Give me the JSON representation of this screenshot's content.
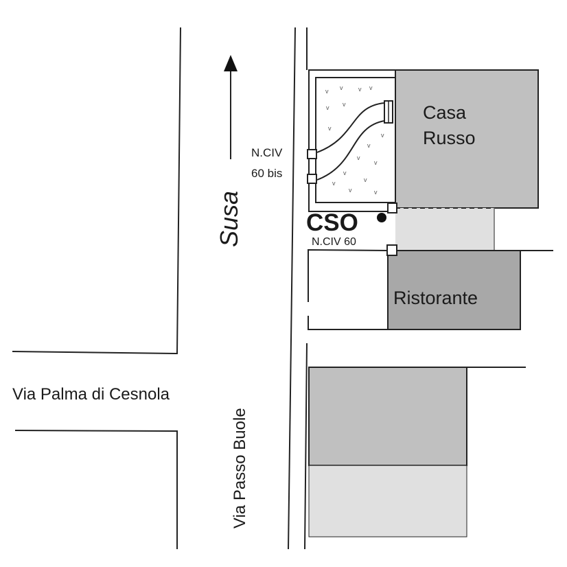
{
  "labels": {
    "street_susa": "Susa",
    "street_passo_buole": "Via Passo Buole",
    "street_palma": "Via Palma di Cesnola",
    "casa_line1": "Casa",
    "casa_line2": "Russo",
    "ristorante": "Ristorante",
    "cso": "CSO",
    "civ60bis_line1": "N.CIV",
    "civ60bis_line2": "60 bis",
    "civ60": "N.CIV 60"
  },
  "colors": {
    "casa_russo": "#c0c0c0",
    "passage": "#e0e0e0",
    "ristorante": "#a8a8a8",
    "block_top": "#c0c0c0",
    "block_bottom": "#e0e0e0"
  }
}
